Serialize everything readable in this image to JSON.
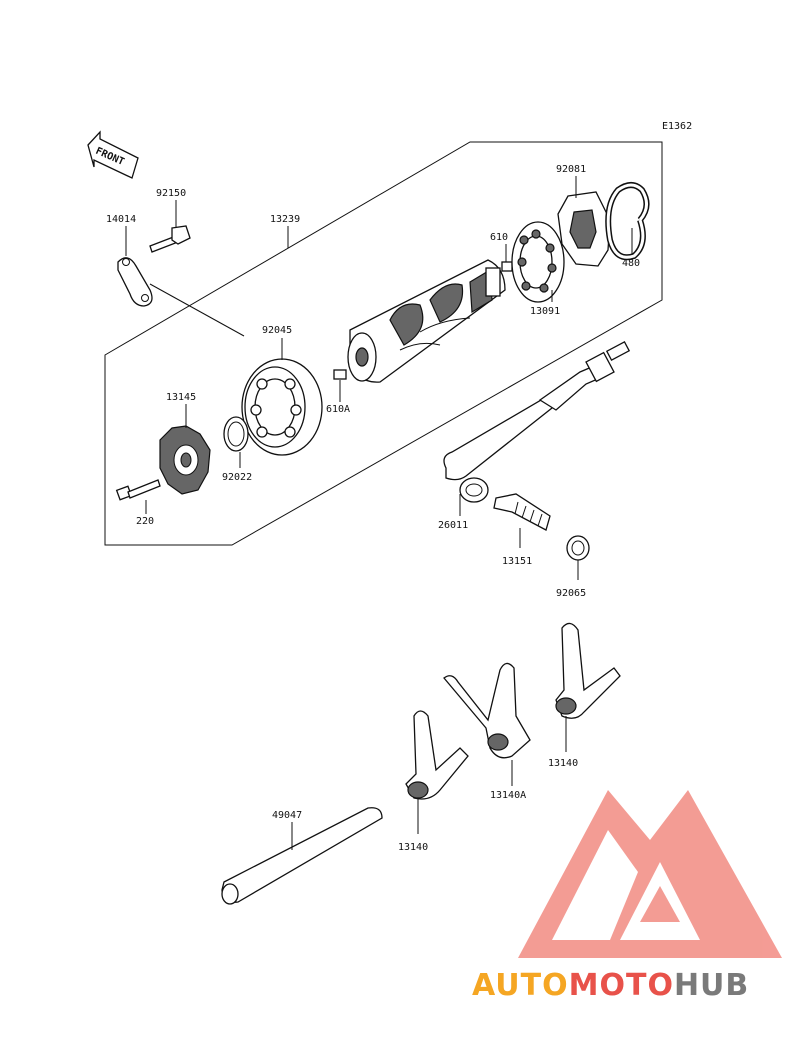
{
  "diagram_code": "E1362",
  "front_label": "FRONT",
  "parts": {
    "p92150": "92150",
    "p14014": "14014",
    "p13239": "13239",
    "p92081": "92081",
    "p610": "610",
    "p480": "480",
    "p13091": "13091",
    "p92045": "92045",
    "p610a": "610A",
    "p13145": "13145",
    "p92022": "92022",
    "p220": "220",
    "p26011": "26011",
    "p13151": "13151",
    "p92065": "92065",
    "p49047": "49047",
    "p13140a": "13140",
    "p13140b": "13140",
    "p13140A": "13140A"
  },
  "watermark": {
    "text_part1": "AUTO",
    "text_part2": "MOTO",
    "text_part3": "HUB",
    "colors": {
      "orange": "#F5A623",
      "red": "#E8524A",
      "gray": "#7A7A7A",
      "triangle": "#F28B82"
    }
  }
}
